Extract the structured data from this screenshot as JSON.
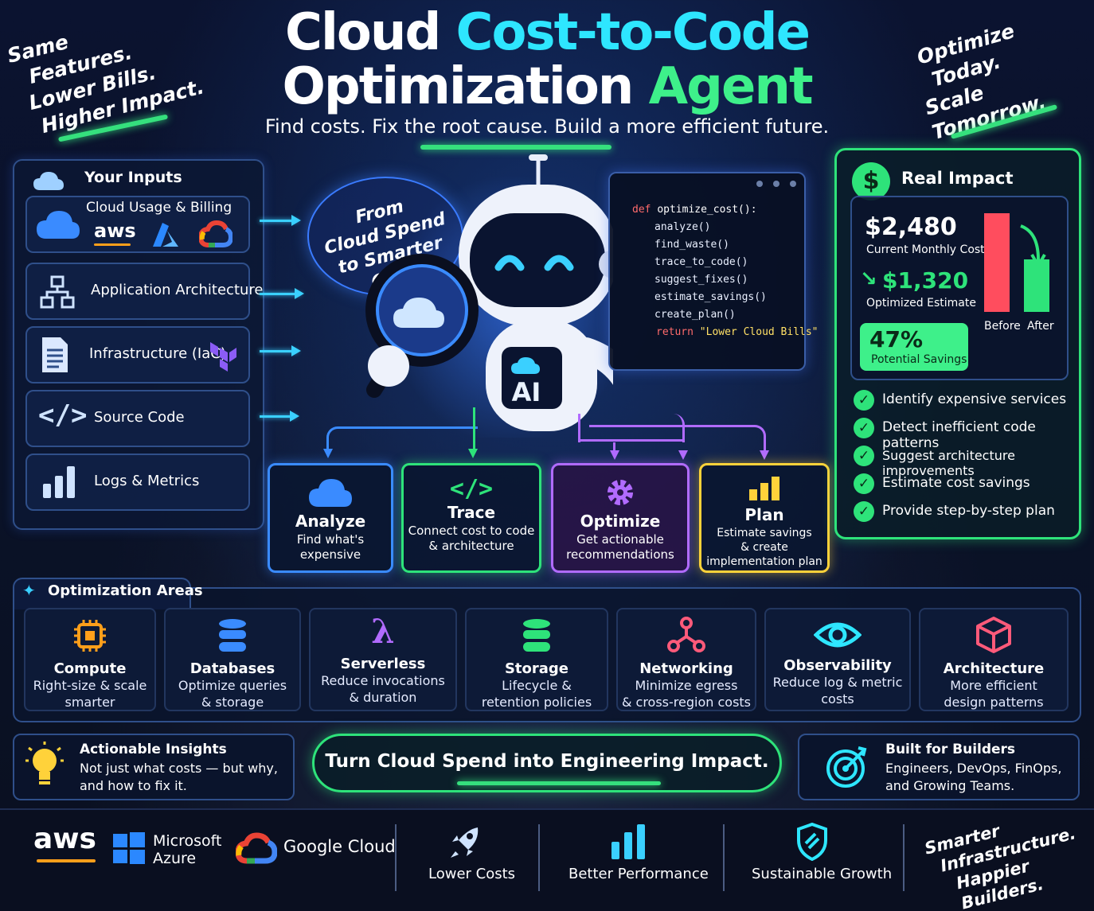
{
  "header": {
    "title_white": "Cloud",
    "title_cyan": "Cost-to-Code",
    "title2_white": "Optimization",
    "title2_green": "Agent",
    "subtitle": "Find costs. Fix the root cause. Build a more efficient future."
  },
  "taglines": {
    "left": [
      "Same",
      "Features.",
      "Lower Bills.",
      "Higher Impact."
    ],
    "right": [
      "Optimize",
      "Today.",
      "Scale Tomorrow."
    ],
    "bottom_right": [
      "Smarter",
      "Infrastructure.",
      "Happier Builders."
    ]
  },
  "inputs": {
    "title": "Your Inputs",
    "items": [
      {
        "label": "Cloud Usage & Billing",
        "logo": "aws"
      },
      {
        "label": "Application Architecture"
      },
      {
        "label": "Infrastructure (IaC)"
      },
      {
        "label": "Source Code"
      },
      {
        "label": "Logs & Metrics"
      }
    ]
  },
  "bubble": [
    "From",
    "Cloud Spend",
    "to Smarter Code"
  ],
  "robot": {
    "badge": "AI"
  },
  "code": {
    "lines": [
      {
        "kw": "def ",
        "fn": "optimize_cost():"
      },
      {
        "fn": "analyze()"
      },
      {
        "fn": "find_waste()"
      },
      {
        "fn": "trace_to_code()"
      },
      {
        "fn": "suggest_fixes()"
      },
      {
        "fn": "estimate_savings()"
      },
      {
        "fn": "create_plan()"
      },
      {
        "kw": "return ",
        "str": "\"Lower Cloud Bills\""
      }
    ]
  },
  "steps": [
    {
      "title": "Analyze",
      "desc": [
        "Find what's expensive"
      ],
      "color": "#3a8bff"
    },
    {
      "title": "Trace",
      "desc": [
        "Connect cost to code",
        "& architecture"
      ],
      "color": "#2ee37a"
    },
    {
      "title": "Optimize",
      "desc": [
        "Get actionable",
        "recommendations"
      ],
      "color": "#b16bff"
    },
    {
      "title": "Plan",
      "desc": [
        "Estimate savings",
        "& create",
        "implementation plan"
      ],
      "color": "#ffd23a"
    }
  ],
  "impact": {
    "title": "Real Impact",
    "current_value": "$2,480",
    "current_label": "Current Monthly Cost",
    "optimized_value": "$1,320",
    "optimized_label": "Optimized Estimate",
    "savings_value": "47%",
    "savings_label": "Potential Savings",
    "bars": [
      {
        "label": "Before",
        "value": 2480,
        "color": "#ff4d5e"
      },
      {
        "label": "After",
        "value": 1320,
        "color": "#2ee37a"
      }
    ],
    "checks": [
      "Identify expensive services",
      "Detect inefficient code patterns",
      "Suggest architecture improvements",
      "Estimate cost savings",
      "Provide step-by-step plan"
    ]
  },
  "areas": {
    "title": "Optimization Areas",
    "items": [
      {
        "name": "Compute",
        "desc": [
          "Right-size & scale",
          "smarter"
        ],
        "icon": "chip-icon",
        "color": "#ff9f1a"
      },
      {
        "name": "Databases",
        "desc": [
          "Optimize queries",
          "& storage"
        ],
        "icon": "database-icon",
        "color": "#3a8bff"
      },
      {
        "name": "Serverless",
        "desc": [
          "Reduce invocations",
          "& duration"
        ],
        "icon": "lambda-icon",
        "color": "#b16bff"
      },
      {
        "name": "Storage",
        "desc": [
          "Lifecycle &",
          "retention policies"
        ],
        "icon": "storage-icon",
        "color": "#2ee37a"
      },
      {
        "name": "Networking",
        "desc": [
          "Minimize egress",
          "& cross-region costs"
        ],
        "icon": "network-icon",
        "color": "#ff5a7a"
      },
      {
        "name": "Observability",
        "desc": [
          "Reduce log & metric",
          "costs"
        ],
        "icon": "eye-icon",
        "color": "#2ee6ff"
      },
      {
        "name": "Architecture",
        "desc": [
          "More efficient",
          "design patterns"
        ],
        "icon": "cube-icon",
        "color": "#ff5a7a"
      }
    ]
  },
  "insights": {
    "title": "Actionable Insights",
    "desc": [
      "Not just what costs — but why,",
      "and how to fix it."
    ]
  },
  "cta": "Turn Cloud Spend into Engineering Impact.",
  "builders": {
    "title": "Built for Builders",
    "desc": [
      "Engineers, DevOps, FinOps,",
      "and Growing Teams."
    ]
  },
  "footer": {
    "aws": "aws",
    "azure": [
      "Microsoft",
      "Azure"
    ],
    "google": "Google Cloud",
    "benefits": [
      "Lower Costs",
      "Better Performance",
      "Sustainable Growth"
    ]
  }
}
